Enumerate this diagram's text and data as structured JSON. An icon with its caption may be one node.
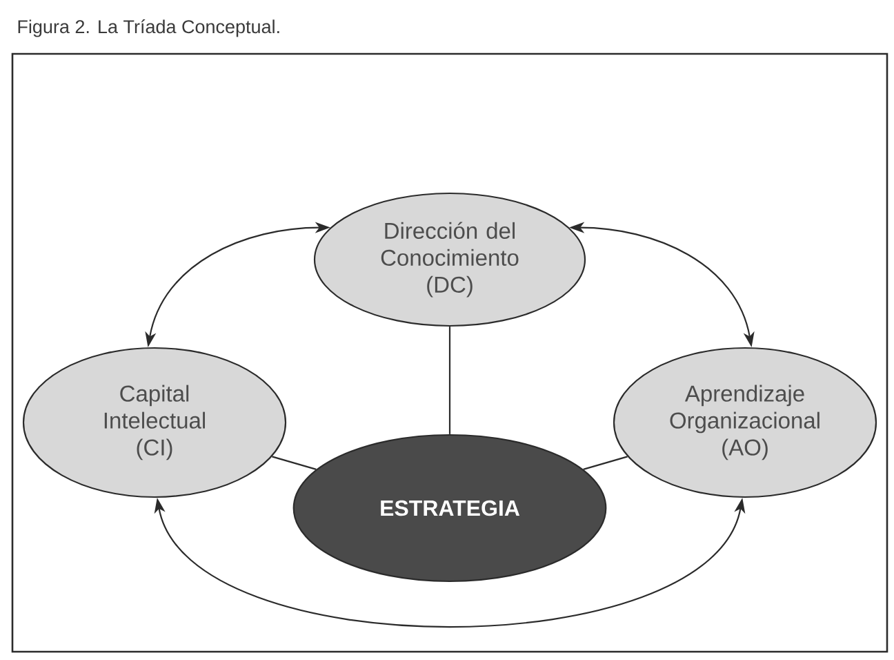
{
  "diagram": {
    "title": "Figura 2. La Tríada Conceptual.",
    "nodes": [
      {
        "text": [
          "Dirección del Conocimiento (DC)"
        ]
      },
      {
        "text": [
          "Capital Intelectual (CI)"
        ]
      },
      {
        "text": [
          "Aprendizaje Organizacional (AO)"
        ]
      },
      {
        "text": [
          "ESTRATEGIA"
        ]
      }
    ],
    "edges": [
      {
        "from": 0,
        "to": 1,
        "arrow": "both"
      },
      {
        "from": 0,
        "to": 2,
        "arrow": "both"
      },
      {
        "from": 1,
        "to": 2,
        "arrow": "both"
      },
      {
        "from": 0,
        "to": 3,
        "arrow": "none"
      },
      {
        "from": 1,
        "to": 3,
        "arrow": "none"
      },
      {
        "from": 2,
        "to": 3,
        "arrow": "none"
      }
    ]
  }
}
